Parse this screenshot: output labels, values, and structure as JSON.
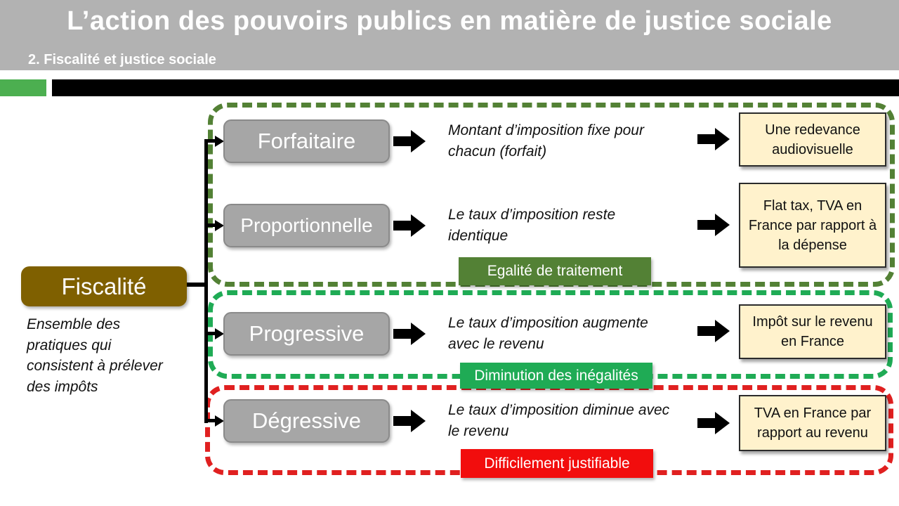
{
  "header": {
    "title": "L’action des pouvoirs publics en matière de justice sociale",
    "subtitle": "2. Fiscalité et justice sociale"
  },
  "root": {
    "label": "Fiscalité",
    "description": "Ensemble des pratiques qui consistent à prélever des impôts"
  },
  "rows": [
    {
      "name": "Forfaitaire",
      "description": "Montant d’imposition fixe pour chacun (forfait)",
      "example": "Une redevance audiovisuelle"
    },
    {
      "name": "Proportionnelle",
      "description": "Le taux d’imposition reste identique",
      "example": "Flat tax, TVA en France par rapport à la dépense"
    },
    {
      "name": "Progressive",
      "description": "Le taux d’imposition augmente avec le revenu",
      "example": "Impôt sur le revenu en France"
    },
    {
      "name": "Dégressive",
      "description": "Le taux d’imposition diminue avec le revenu",
      "example": "TVA en France par rapport au revenu"
    }
  ],
  "badges": [
    {
      "label": "Egalité de traitement",
      "color": "#538135"
    },
    {
      "label": "Diminution des inégalités",
      "color": "#1fab55"
    },
    {
      "label": "Difficilement justifiable",
      "color": "#f20d0d"
    }
  ],
  "sections": [
    {
      "group": "forfaitaire-proportionnelle",
      "border_color": "#538135"
    },
    {
      "group": "progressive",
      "border_color": "#1fab55"
    },
    {
      "group": "degressive",
      "border_color": "#e02020"
    }
  ],
  "colors": {
    "header_bg": "#b2b2b2",
    "accent_square": "#4caf50",
    "top_bar": "#000000",
    "root_box": "#7f6000",
    "type_pill_fill": "#a6a6a6",
    "example_fill": "#fff2cc"
  }
}
